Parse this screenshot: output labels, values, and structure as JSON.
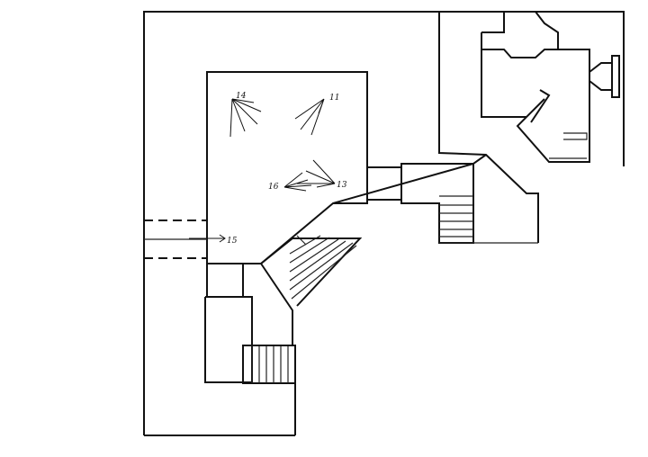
{
  "diagram": {
    "type": "floor-plan",
    "line_color": "#111111",
    "background": "#ffffff",
    "markers": [
      {
        "id": "m14",
        "label": "14"
      },
      {
        "id": "m11",
        "label": "11"
      },
      {
        "id": "m16",
        "label": "16"
      },
      {
        "id": "m13",
        "label": "13"
      },
      {
        "id": "m15",
        "label": "15"
      }
    ]
  }
}
